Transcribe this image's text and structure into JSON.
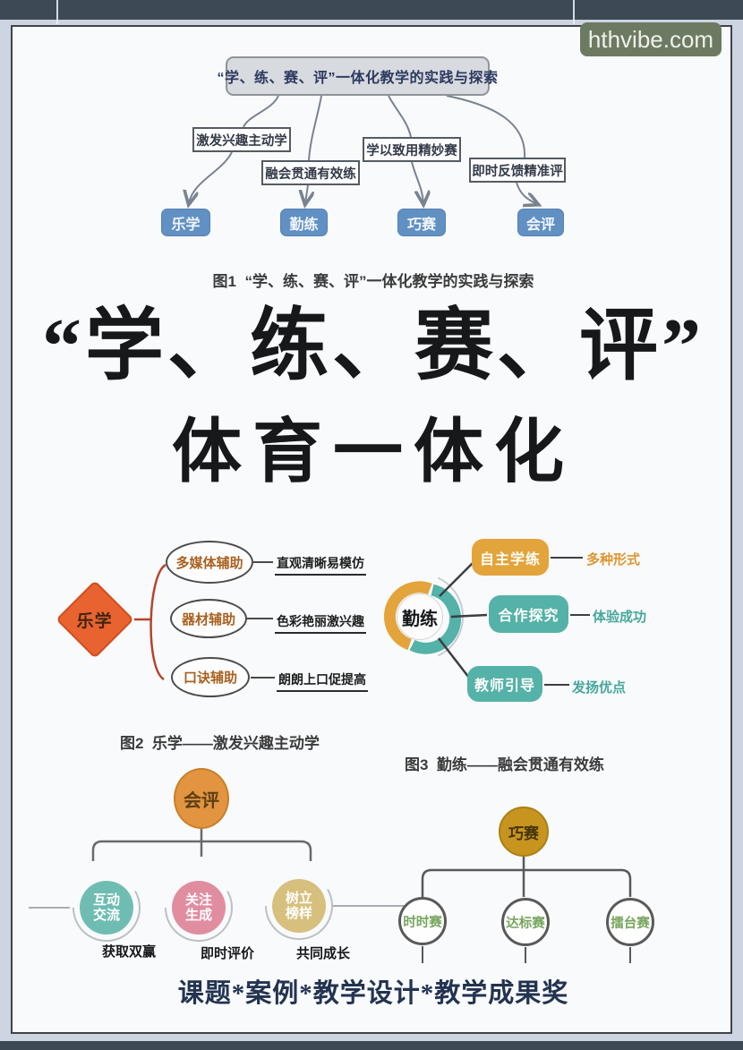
{
  "watermark": "hthvibe.com",
  "figure1": {
    "title": "“学、练、赛、评”一体化教学的实践与探索",
    "branches": [
      {
        "label": "激发兴趣主动学",
        "node": "乐学"
      },
      {
        "label": "融会贯通有效练",
        "node": "勤练"
      },
      {
        "label": "学以致用精妙赛",
        "node": "巧赛"
      },
      {
        "label": "即时反馈精准评",
        "node": "会评"
      }
    ],
    "caption": "图1  “学、练、赛、评”一体化教学的实践与探索"
  },
  "main_title": {
    "line1": "“学、练、赛、评”",
    "line2": "体育一体化"
  },
  "figure2": {
    "root": "乐学",
    "items": [
      {
        "node": "多媒体辅助",
        "label": "直观清晰易模仿"
      },
      {
        "node": "器材辅助",
        "label": "色彩艳丽激兴趣"
      },
      {
        "node": "口诀辅助",
        "label": "朗朗上口促提高"
      }
    ],
    "caption": "图2  乐学——激发兴趣主动学"
  },
  "figure3": {
    "root": "勤练",
    "items": [
      {
        "node": "自主学练",
        "label": "多种形式"
      },
      {
        "node": "合作探究",
        "label": "体验成功"
      },
      {
        "node": "教师引导",
        "label": "发扬优点"
      }
    ],
    "caption": "图3  勤练——融会贯通有效练"
  },
  "figure4": {
    "root": "会评",
    "items": [
      {
        "line1": "互动",
        "line2": "交流",
        "label": "获取双赢"
      },
      {
        "line1": "关注",
        "line2": "生成",
        "label": "即时评价"
      },
      {
        "line1": "树立",
        "line2": "榜样",
        "label": "共同成长"
      }
    ]
  },
  "figure5": {
    "root": "巧赛",
    "items": [
      {
        "node": "时时赛"
      },
      {
        "node": "达标赛"
      },
      {
        "node": "擂台赛"
      }
    ]
  },
  "footer": "课题*案例*教学设计*教学成果奖",
  "colors": {
    "top_bar": "#3e4956",
    "background": "#ccd5e1",
    "page": "#f8fafc",
    "watermark_badge": "#6c7a61",
    "flow_node_blue": "#6190c3",
    "diamond_orange": "#e8632f",
    "ellipse_text_brown": "#aa611e",
    "ring_orange": "#e3a43b",
    "ring_teal": "#54b2a8",
    "eval_orange": "#e29440",
    "circle_teal": "#6fbdb2",
    "circle_pink": "#e18da0",
    "circle_tan": "#d7bf7e",
    "contest_gold": "#c79420",
    "contest_text_green": "#76a55d"
  }
}
